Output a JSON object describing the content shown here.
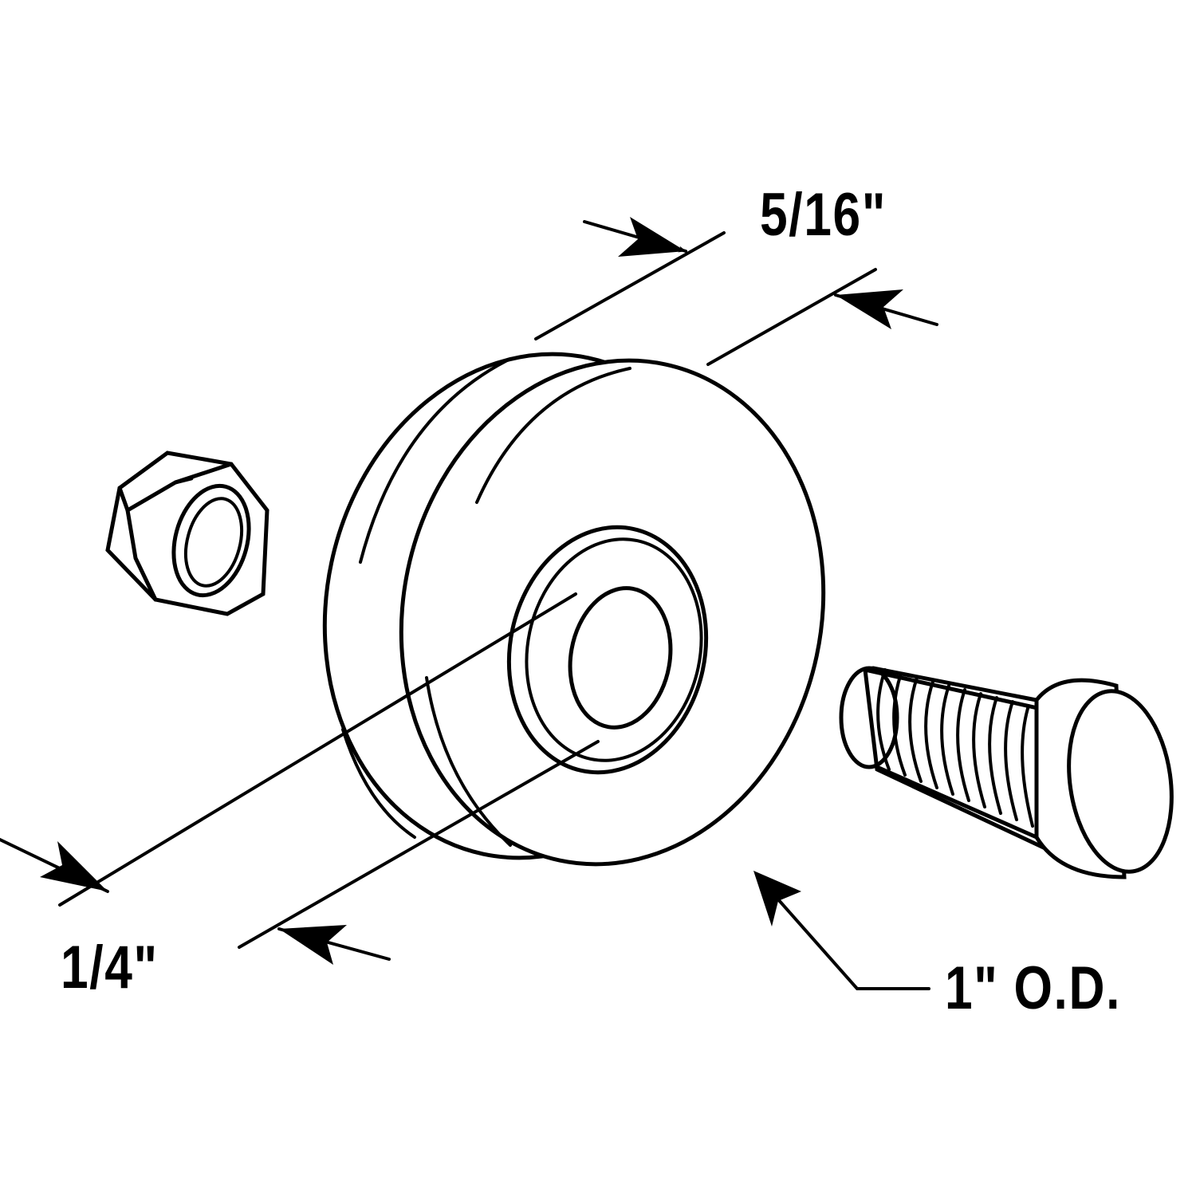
{
  "labels": {
    "width": "5/16\"",
    "bore": "1/4\"",
    "outer_diameter": "1\" O.D."
  },
  "parts": [
    "hex-nut",
    "roller-wheel",
    "bolt"
  ],
  "colors": {
    "line": "#000000",
    "background": "#ffffff"
  }
}
